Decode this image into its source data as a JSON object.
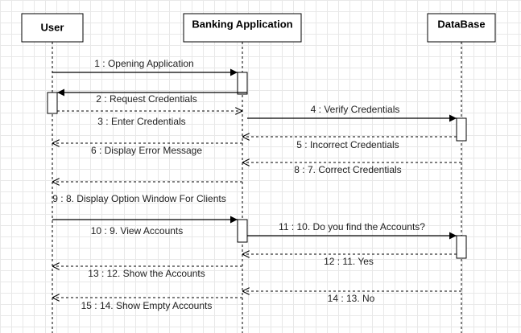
{
  "participants": [
    {
      "id": "user",
      "name": "User"
    },
    {
      "id": "app",
      "name": "Banking Application"
    },
    {
      "id": "db",
      "name": "DataBase"
    }
  ],
  "messages": [
    {
      "id": "m1",
      "label": "1 : Opening Application",
      "from": "user",
      "to": "app",
      "kind": "sync"
    },
    {
      "id": "m2",
      "label": "2 : Request Credentials",
      "from": "app",
      "to": "user",
      "kind": "sync"
    },
    {
      "id": "m3",
      "label": "3 : Enter Credentials",
      "from": "user",
      "to": "app",
      "kind": "reply"
    },
    {
      "id": "m4",
      "label": "4 : Verify Credentials",
      "from": "app",
      "to": "db",
      "kind": "sync"
    },
    {
      "id": "m5",
      "label": "5 : Incorrect Credentials",
      "from": "db",
      "to": "app",
      "kind": "reply"
    },
    {
      "id": "m6",
      "label": "6 : Display Error Message",
      "from": "app",
      "to": "user",
      "kind": "reply"
    },
    {
      "id": "m8",
      "label": "8 : 7. Correct Credentials",
      "from": "db",
      "to": "app",
      "kind": "reply"
    },
    {
      "id": "m9",
      "label": "9 : 8. Display Option Window For Clients",
      "from": "app",
      "to": "user",
      "kind": "reply"
    },
    {
      "id": "m10",
      "label": "10 : 9. View Accounts",
      "from": "user",
      "to": "app",
      "kind": "sync"
    },
    {
      "id": "m11",
      "label": "11 : 10. Do you find the Accounts?",
      "from": "app",
      "to": "db",
      "kind": "sync"
    },
    {
      "id": "m12",
      "label": "12 : 11. Yes",
      "from": "db",
      "to": "app",
      "kind": "reply"
    },
    {
      "id": "m13",
      "label": "13 : 12. Show the Accounts",
      "from": "app",
      "to": "user",
      "kind": "reply"
    },
    {
      "id": "m14",
      "label": "14 : 13. No",
      "from": "db",
      "to": "app",
      "kind": "reply"
    },
    {
      "id": "m15",
      "label": "15 : 14. Show Empty Accounts",
      "from": "app",
      "to": "user",
      "kind": "reply"
    }
  ]
}
